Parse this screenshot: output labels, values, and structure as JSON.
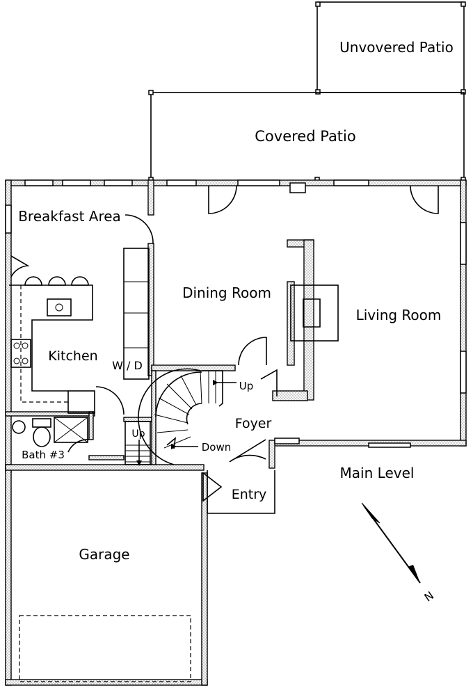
{
  "rooms": {
    "uncovered_patio": "Unvovered Patio",
    "covered_patio": "Covered Patio",
    "breakfast": "Breakfast Area",
    "dining": "Dining Room",
    "living": "Living Room",
    "kitchen": "Kitchen",
    "wd": "W / D",
    "foyer": "Foyer",
    "bath": "Bath #3",
    "garage": "Garage",
    "entry": "Entry"
  },
  "stairs": {
    "up1": "Up",
    "up2": "Up",
    "down": "Down"
  },
  "level": "Main Level",
  "north": "N"
}
